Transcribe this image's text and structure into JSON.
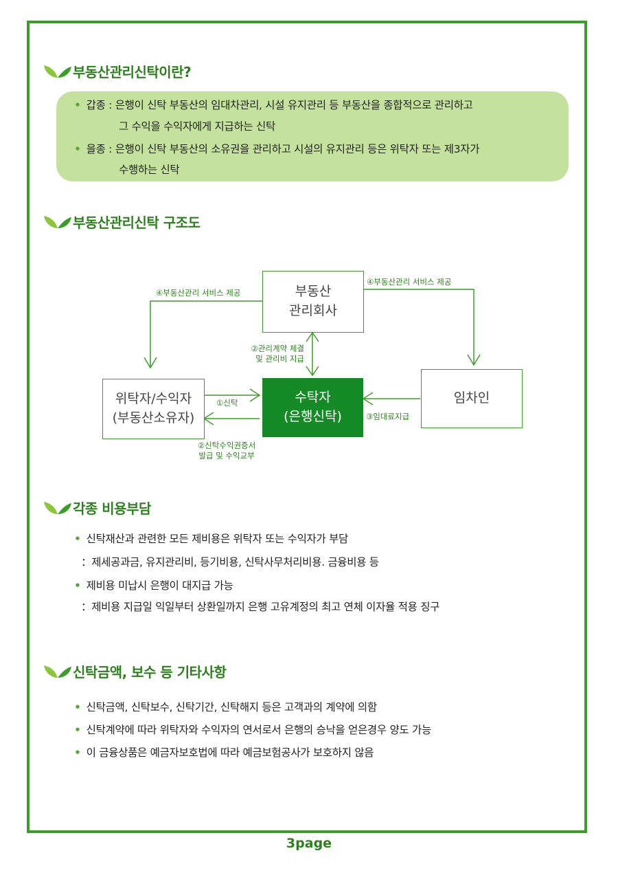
{
  "sections": {
    "s1": {
      "title": "부동산관리신탁이란?",
      "items": [
        {
          "bullet": "•",
          "line1": "갑종 : 은행이 신탁 부동산의 임대차관리, 시설 유지관리 등 부동산을 종합적으로 관리하고",
          "line2": "그 수익을 수익자에게 지급하는 신탁"
        },
        {
          "bullet": "•",
          "line1": "을종 : 은행이 신탁 부동산의 소유권을 관리하고 시설의 유지관리 등은 위탁자 또는 제3자가",
          "line2": "수행하는 신탁"
        }
      ]
    },
    "s2": {
      "title": "부동산관리신탁 구조도"
    },
    "s3": {
      "title": "각종 비용부담",
      "items": [
        {
          "bullet": "•",
          "line1": "신탁재산과 관련한 모든 제비용은 위탁자 또는 수익자가 부담",
          "line2": "：제세공과금, 유지관리비, 등기비용, 신탁사무처리비용. 금융비용 등"
        },
        {
          "bullet": "•",
          "line1": "제비용 미납시 은행이 대지급 가능",
          "line2": "：제비용 지급일 익일부터 상환일까지 은행 고유계정의 최고 연체 이자율 적용 징구"
        }
      ]
    },
    "s4": {
      "title": "신탁금액, 보수 등 기타사항",
      "items": [
        {
          "bullet": "•",
          "text": "신탁금액, 신탁보수, 신탁기간, 신탁해지 등은 고객과의 계약에 의함"
        },
        {
          "bullet": "•",
          "text": "신탁계약에 따라 위탁자와 수익자의 연서로서 은행의 승낙을 얻은경우 양도 가능"
        },
        {
          "bullet": "•",
          "text": "이 금융상품은 예금자보호법에 따라 예금보험공사가 보호하지 않음"
        }
      ]
    }
  },
  "diagram": {
    "boxes": {
      "manager": {
        "line1": "부동산",
        "line2": "관리회사"
      },
      "trustor": {
        "line1": "위탁자/수익자",
        "line2": "(부동산소유자)"
      },
      "trustee": {
        "line1": "수탁자",
        "line2": "(은행신탁)"
      },
      "tenant": {
        "line1": "임차인"
      }
    },
    "labels": {
      "service_left": "④부동산관리 서비스 제공",
      "service_right": "④부동산관리 서비스 제공",
      "contract_1": "②관리계약 체결",
      "contract_2": "및 관리비 지급",
      "trust": "①신탁",
      "rent": "③임대료지급",
      "cert_1": "②신탁수익권증서",
      "cert_2": "발급 및 수익교부"
    }
  },
  "footer": {
    "page": "3page"
  },
  "colors": {
    "brand_green": "#3e9c2c",
    "title_green": "#2f7f21",
    "light_green_box": "#c4e29e",
    "dark_green_box": "#158a26"
  },
  "icons": [
    "leaf-icon"
  ]
}
